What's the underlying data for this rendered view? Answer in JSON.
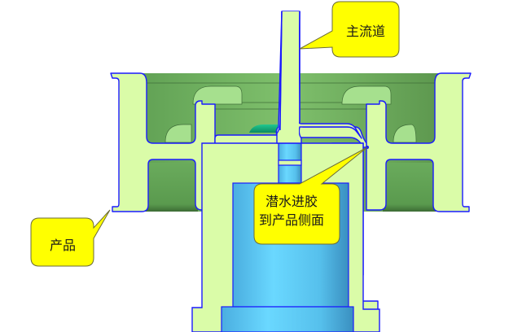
{
  "diagram": {
    "title": "",
    "description": "Mold cross-section showing main sprue and submarine gate feeding product side wall",
    "callouts": [
      {
        "id": "sprue",
        "label": "主流道"
      },
      {
        "id": "gate",
        "line1": "潜水进胶",
        "line2": "到产品侧面"
      },
      {
        "id": "product",
        "label": "产品"
      }
    ],
    "colors": {
      "mold_steel": "#dafca8",
      "outline": "#1a1aff",
      "product_dark": "#5a9a4e",
      "product_light": "#8fd07a",
      "core_blue": "#5cc8f0",
      "core_blue_dark": "#3a8fc0",
      "callout_fill": "#ffff00",
      "callout_border": "#6b6b3a",
      "runner_teal": "#10b080"
    }
  }
}
